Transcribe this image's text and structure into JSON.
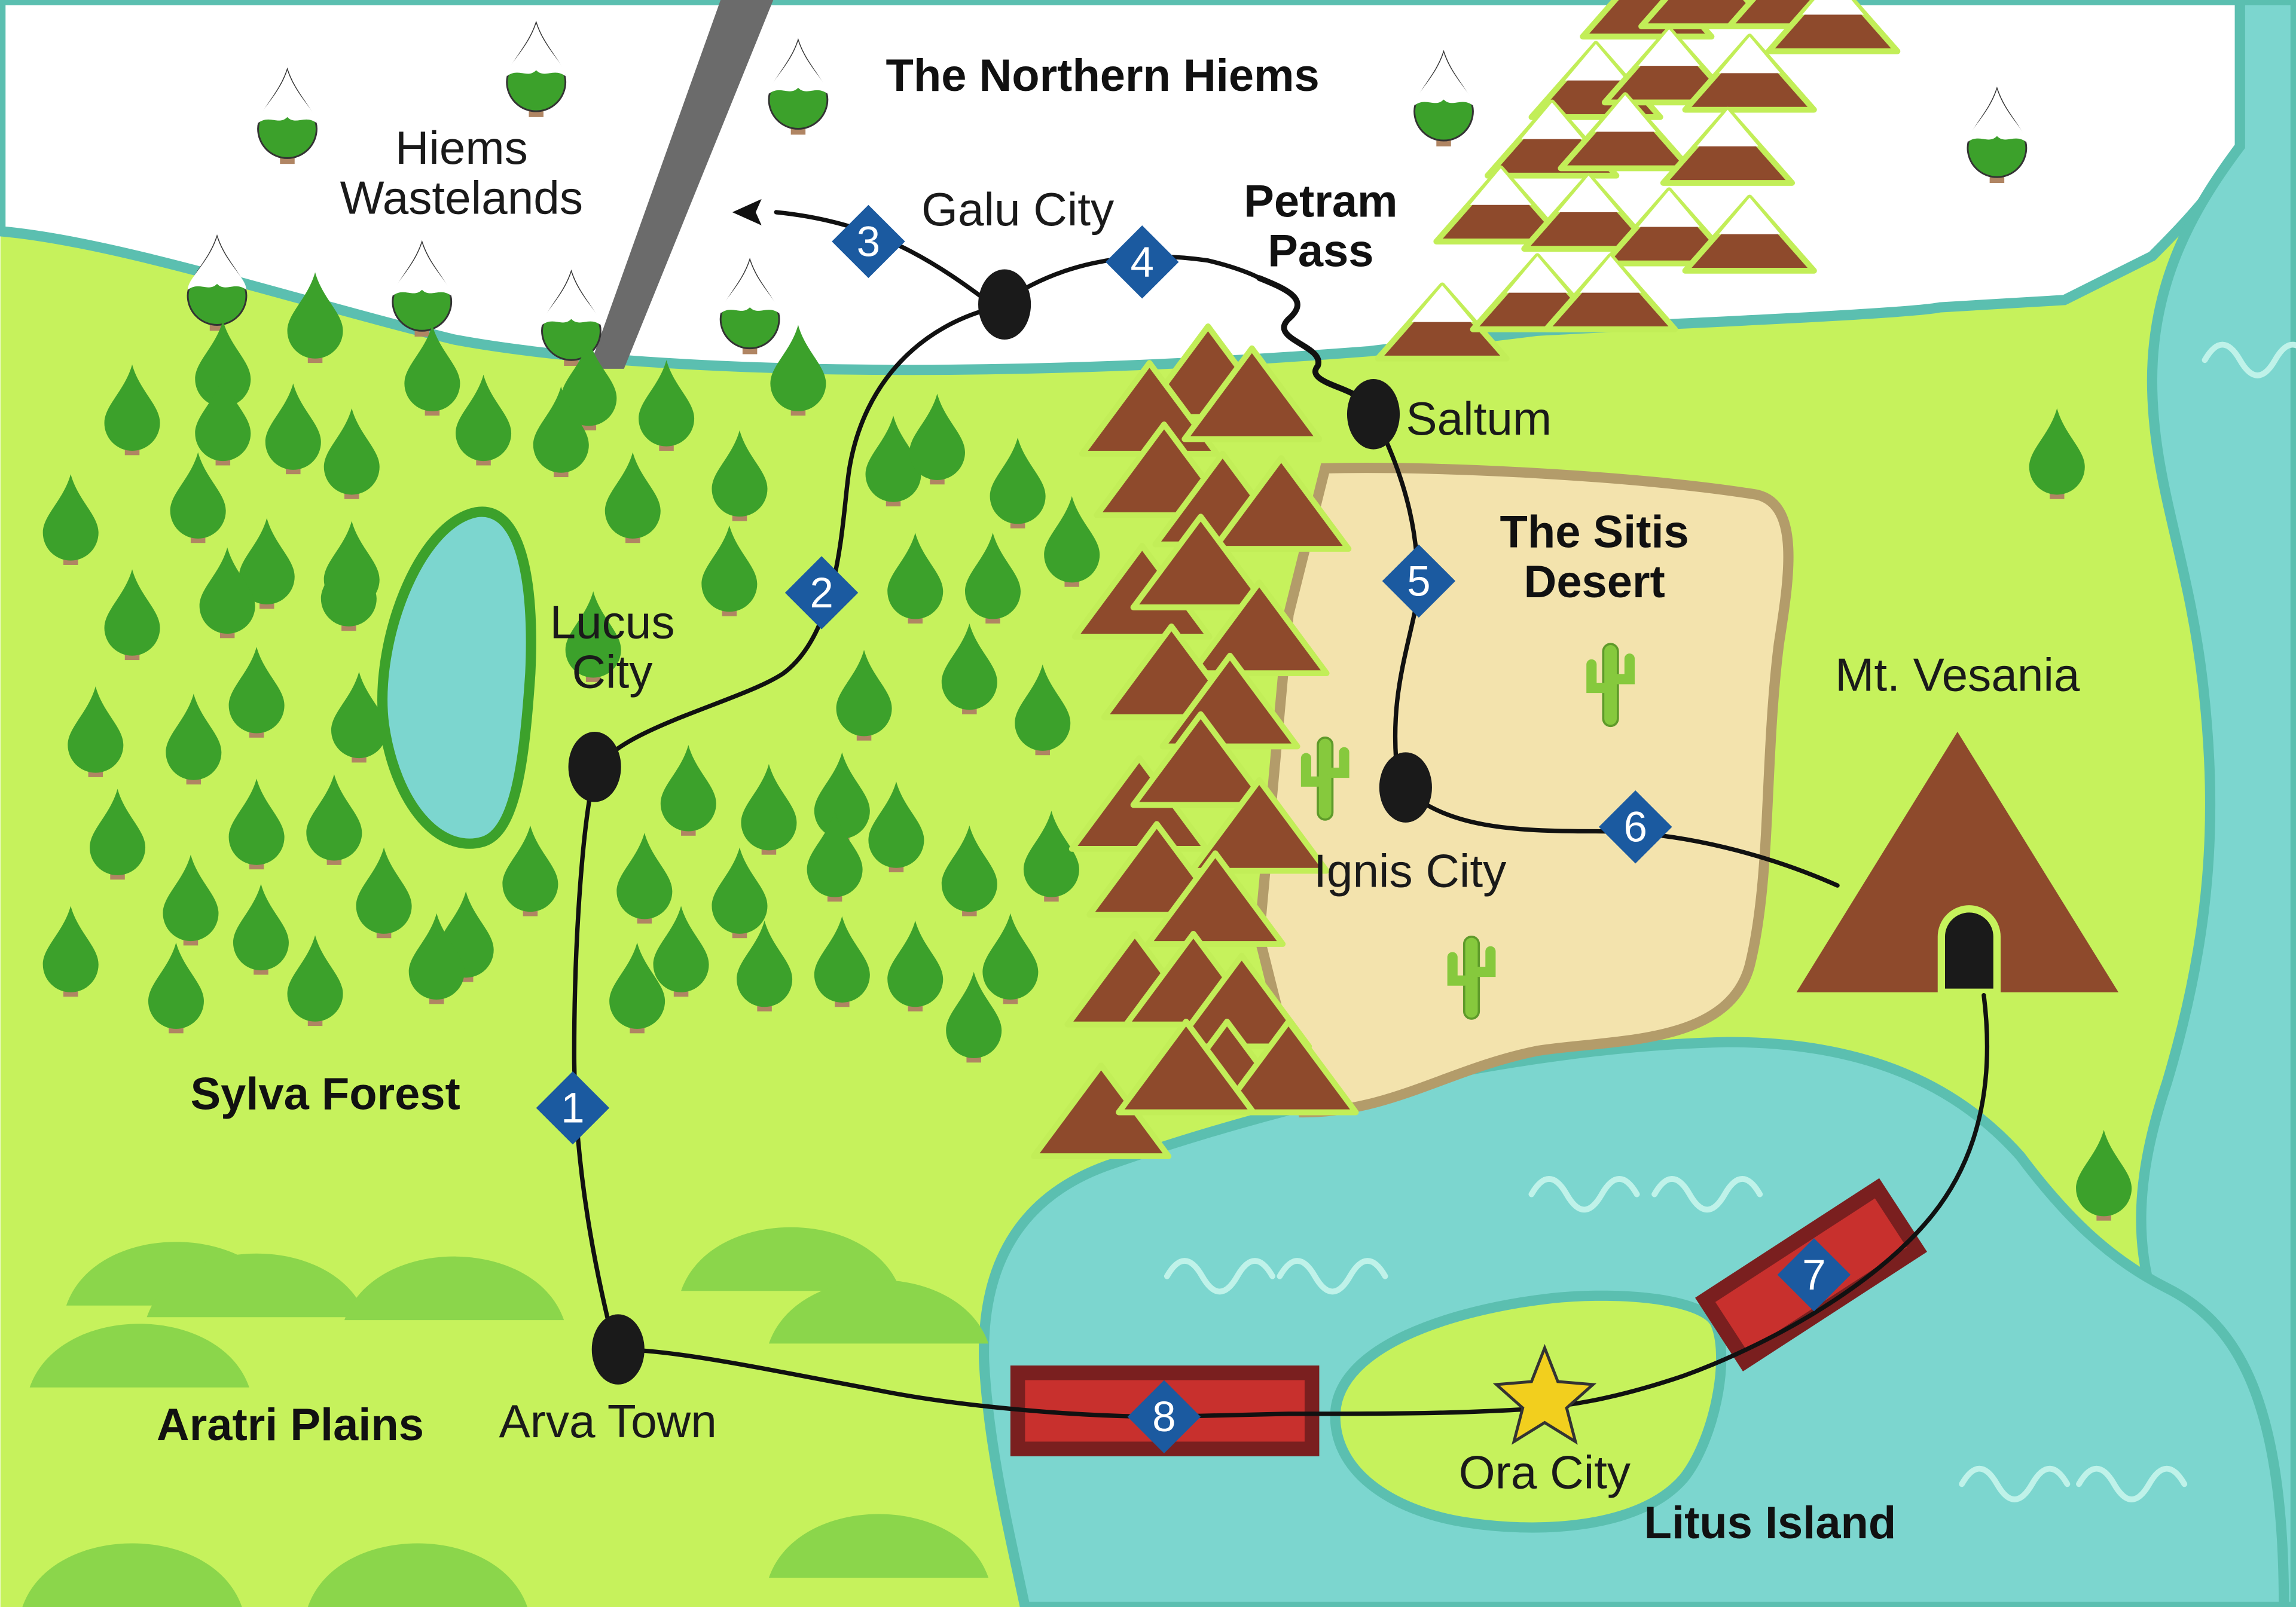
{
  "colors": {
    "snow": "#ffffff",
    "grass": "#c6f25c",
    "water": "#7cd6cf",
    "water_edge": "#5bbfb0",
    "sand": "#f3e3ad",
    "sand_edge": "#b39c6a",
    "mountain": "#8e4a2c",
    "mountain_outline": "#c2ee58",
    "tree": "#3ca12b",
    "trunk": "#b08563",
    "hill": "#8bd64b",
    "marker": "#1b5aa0",
    "city_dot": "#1a1a1a",
    "bridge": "#c8302d",
    "bridge_frame": "#7a1f1f",
    "star": "#f2cf1e",
    "road": "#6b6b6b",
    "cactus": "#86c93d"
  },
  "regions": [
    {
      "id": "northern-hiems",
      "name": "The Northern Hiems",
      "bold": true
    },
    {
      "id": "hiems-wastelands",
      "name": "Hiems Wastelands",
      "bold": false
    },
    {
      "id": "petram-pass",
      "name": "Petram Pass",
      "bold": true
    },
    {
      "id": "sitis-desert",
      "name": "The Sitis Desert",
      "bold": true
    },
    {
      "id": "mt-vesania",
      "name": "Mt. Vesania",
      "bold": false
    },
    {
      "id": "sylva-forest",
      "name": "Sylva Forest",
      "bold": true
    },
    {
      "id": "aratri-plains",
      "name": "Aratri Plains",
      "bold": true
    },
    {
      "id": "litus-island",
      "name": "Litus Island",
      "bold": true
    }
  ],
  "cities": [
    {
      "id": "galu-city",
      "name": "Galu City"
    },
    {
      "id": "saltum",
      "name": "Saltum"
    },
    {
      "id": "lucus-city",
      "name": "Lucus City"
    },
    {
      "id": "ignis-city",
      "name": "Ignis City"
    },
    {
      "id": "arva-town",
      "name": "Arva Town"
    },
    {
      "id": "ora-city",
      "name": "Ora City"
    }
  ],
  "route_markers": [
    "1",
    "2",
    "3",
    "4",
    "5",
    "6",
    "7",
    "8"
  ],
  "icons": [
    "city-dot-icon",
    "route-marker-icon",
    "star-icon",
    "arrow-icon",
    "cave-entrance-icon",
    "cactus-icon",
    "snowy-tree-icon",
    "tree-icon",
    "mountain-icon",
    "wave-icon"
  ]
}
